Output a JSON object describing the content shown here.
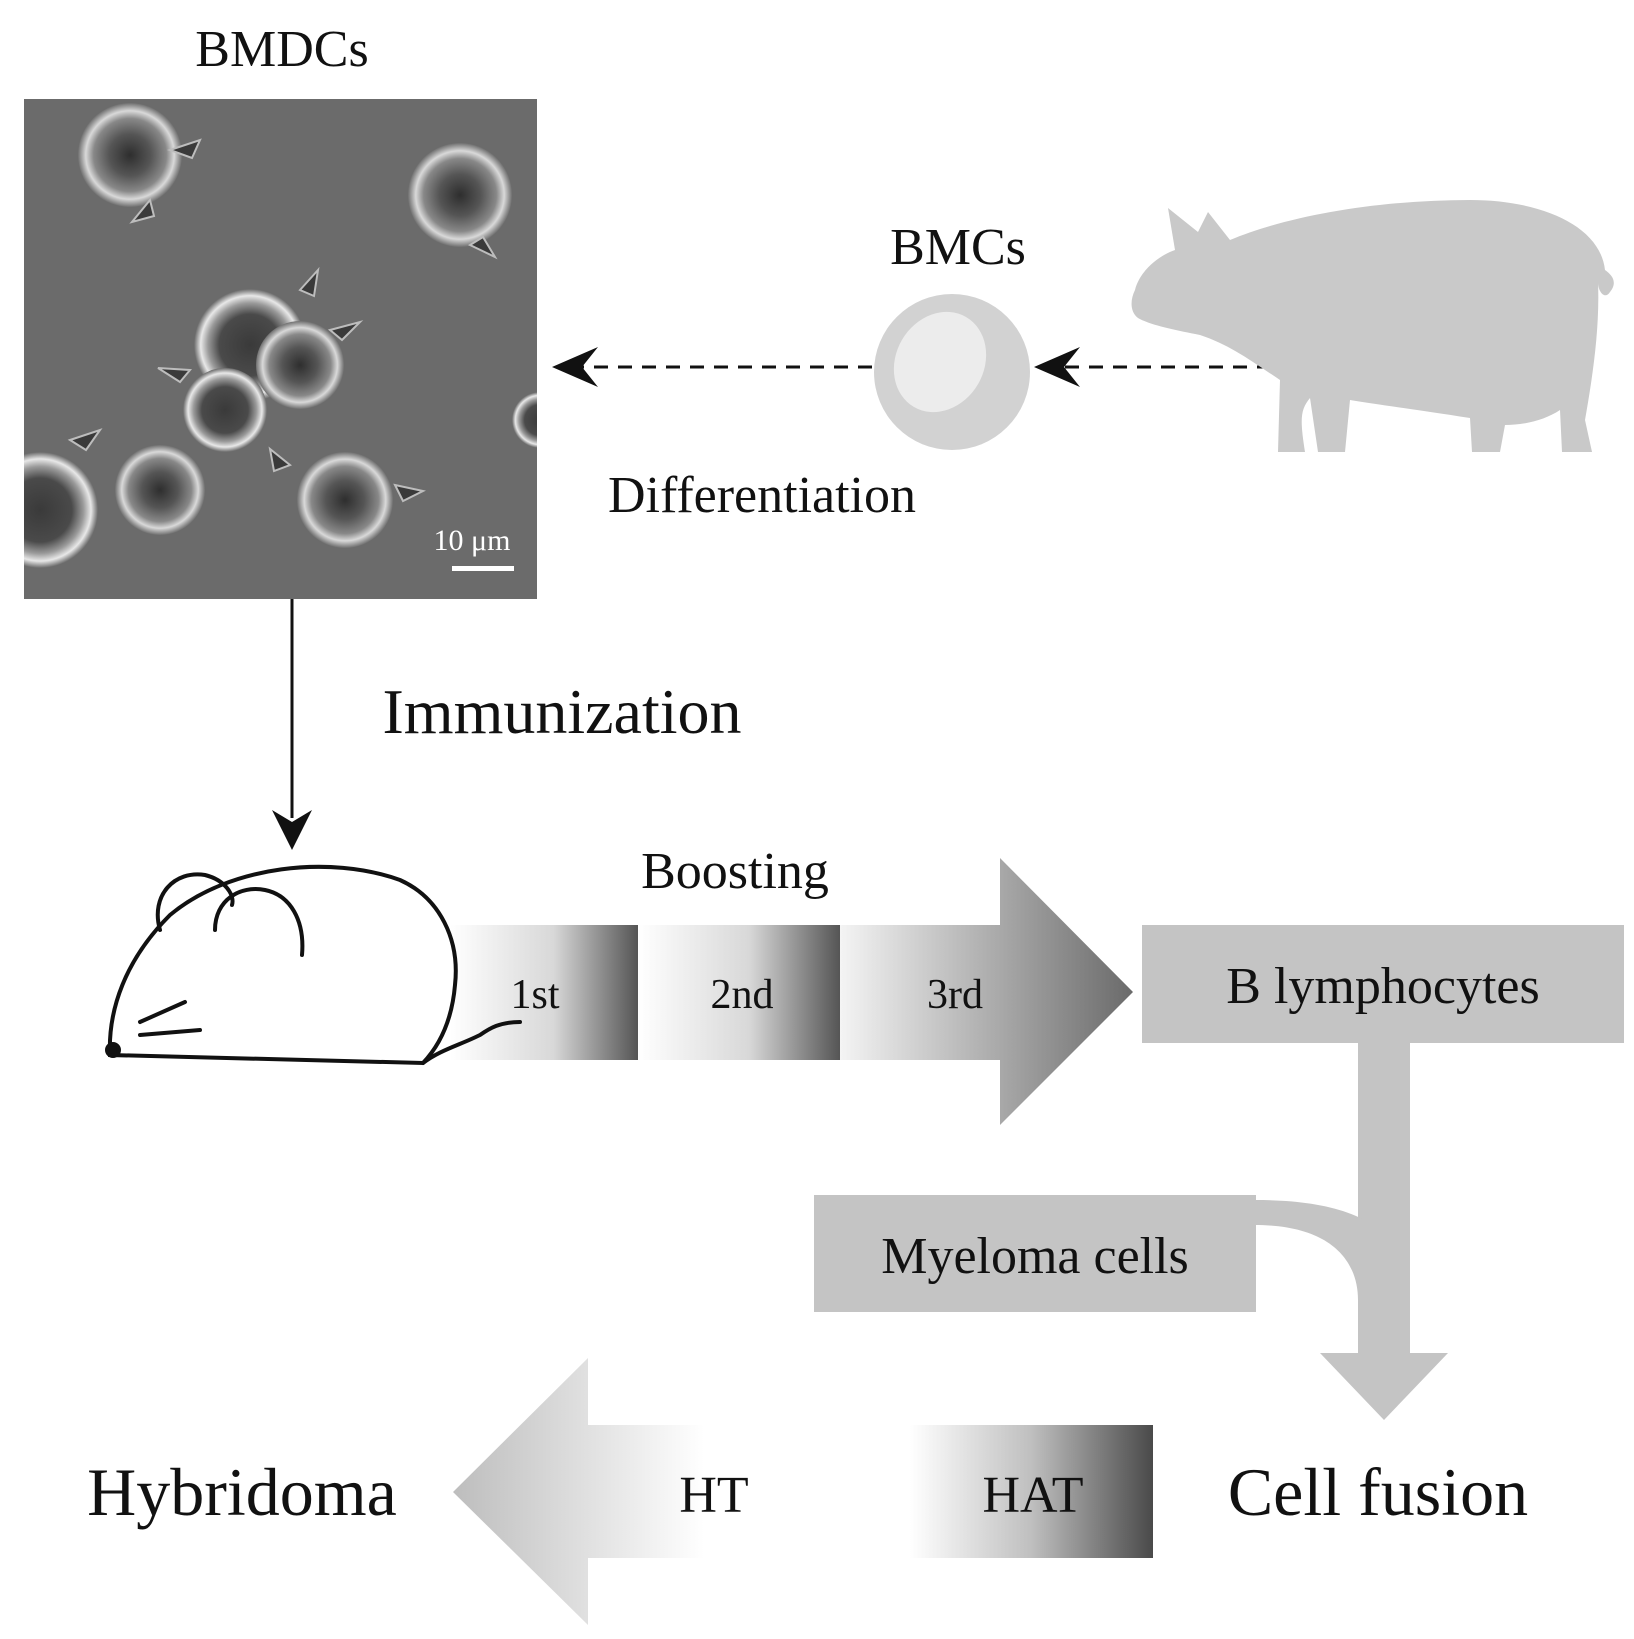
{
  "labels": {
    "bmdcs": "BMDCs",
    "bmcs": "BMCs",
    "differentiation": "Differentiation",
    "immunization": "Immunization",
    "boosting": "Boosting",
    "first": "1st",
    "second": "2nd",
    "third": "3rd",
    "b_lymphocytes": "B lymphocytes",
    "myeloma_cells": "Myeloma cells",
    "cell_fusion": "Cell fusion",
    "hybridoma": "Hybridoma",
    "ht": "HT",
    "hat": "HAT",
    "scale_bar": "10 μm"
  },
  "colors": {
    "micrograph_background": "#6b6b6b",
    "box_gray": "#c4c4c4",
    "pig_gray": "#c9c9c9",
    "arrow_dark": "#4f4f4f",
    "text": "#111111"
  }
}
